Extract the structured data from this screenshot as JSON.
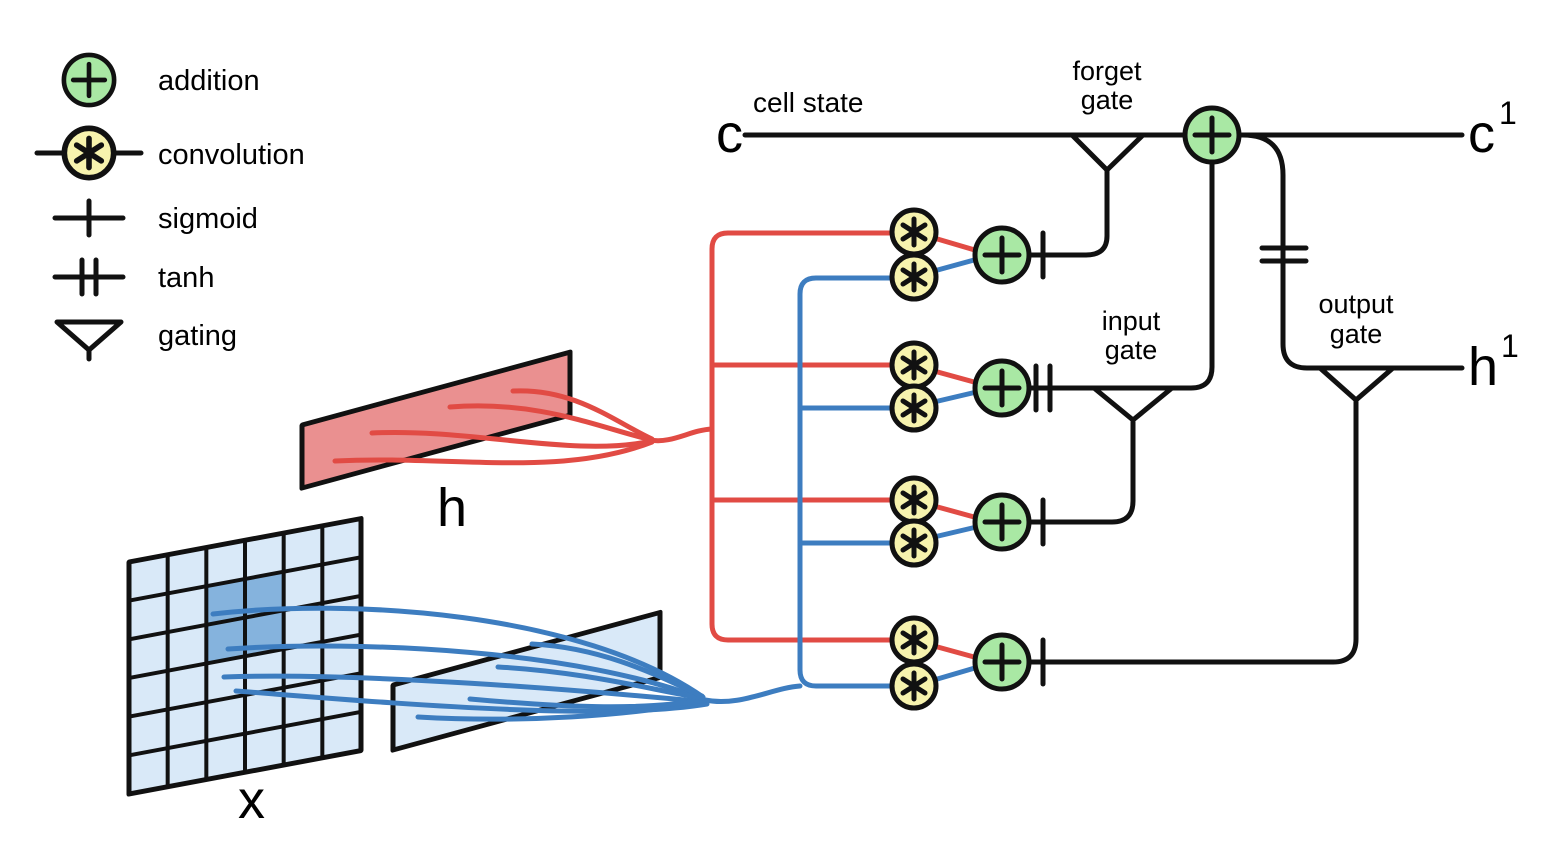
{
  "legend": {
    "items": [
      {
        "icon": "addition-icon",
        "label": "addition"
      },
      {
        "icon": "convolution-icon",
        "label": "convolution"
      },
      {
        "icon": "sigmoid-icon",
        "label": "sigmoid"
      },
      {
        "icon": "tanh-icon",
        "label": "tanh"
      },
      {
        "icon": "gating-icon",
        "label": "gating"
      }
    ]
  },
  "labels": {
    "cell_state": "cell state",
    "cell_input": "c",
    "cell_output_base": "c",
    "cell_output_sup": "1",
    "hidden_input": "h",
    "hidden_output_base": "h",
    "hidden_output_sup": "1",
    "x_input": "x",
    "forget_gate": [
      "forget",
      "gate"
    ],
    "input_gate": [
      "input",
      "gate"
    ],
    "output_gate": [
      "output",
      "gate"
    ]
  },
  "colors": {
    "background": "#ffffff",
    "line": "#111111",
    "addition_fill": "#a9e8a4",
    "convolution_fill": "#f7f3ae",
    "hidden_path": "#e14b44",
    "hidden_fill": "#ea9090",
    "input_path": "#3d7dc0",
    "input_fill": "#d9e9f8",
    "input_patch": "#85b3dd"
  }
}
